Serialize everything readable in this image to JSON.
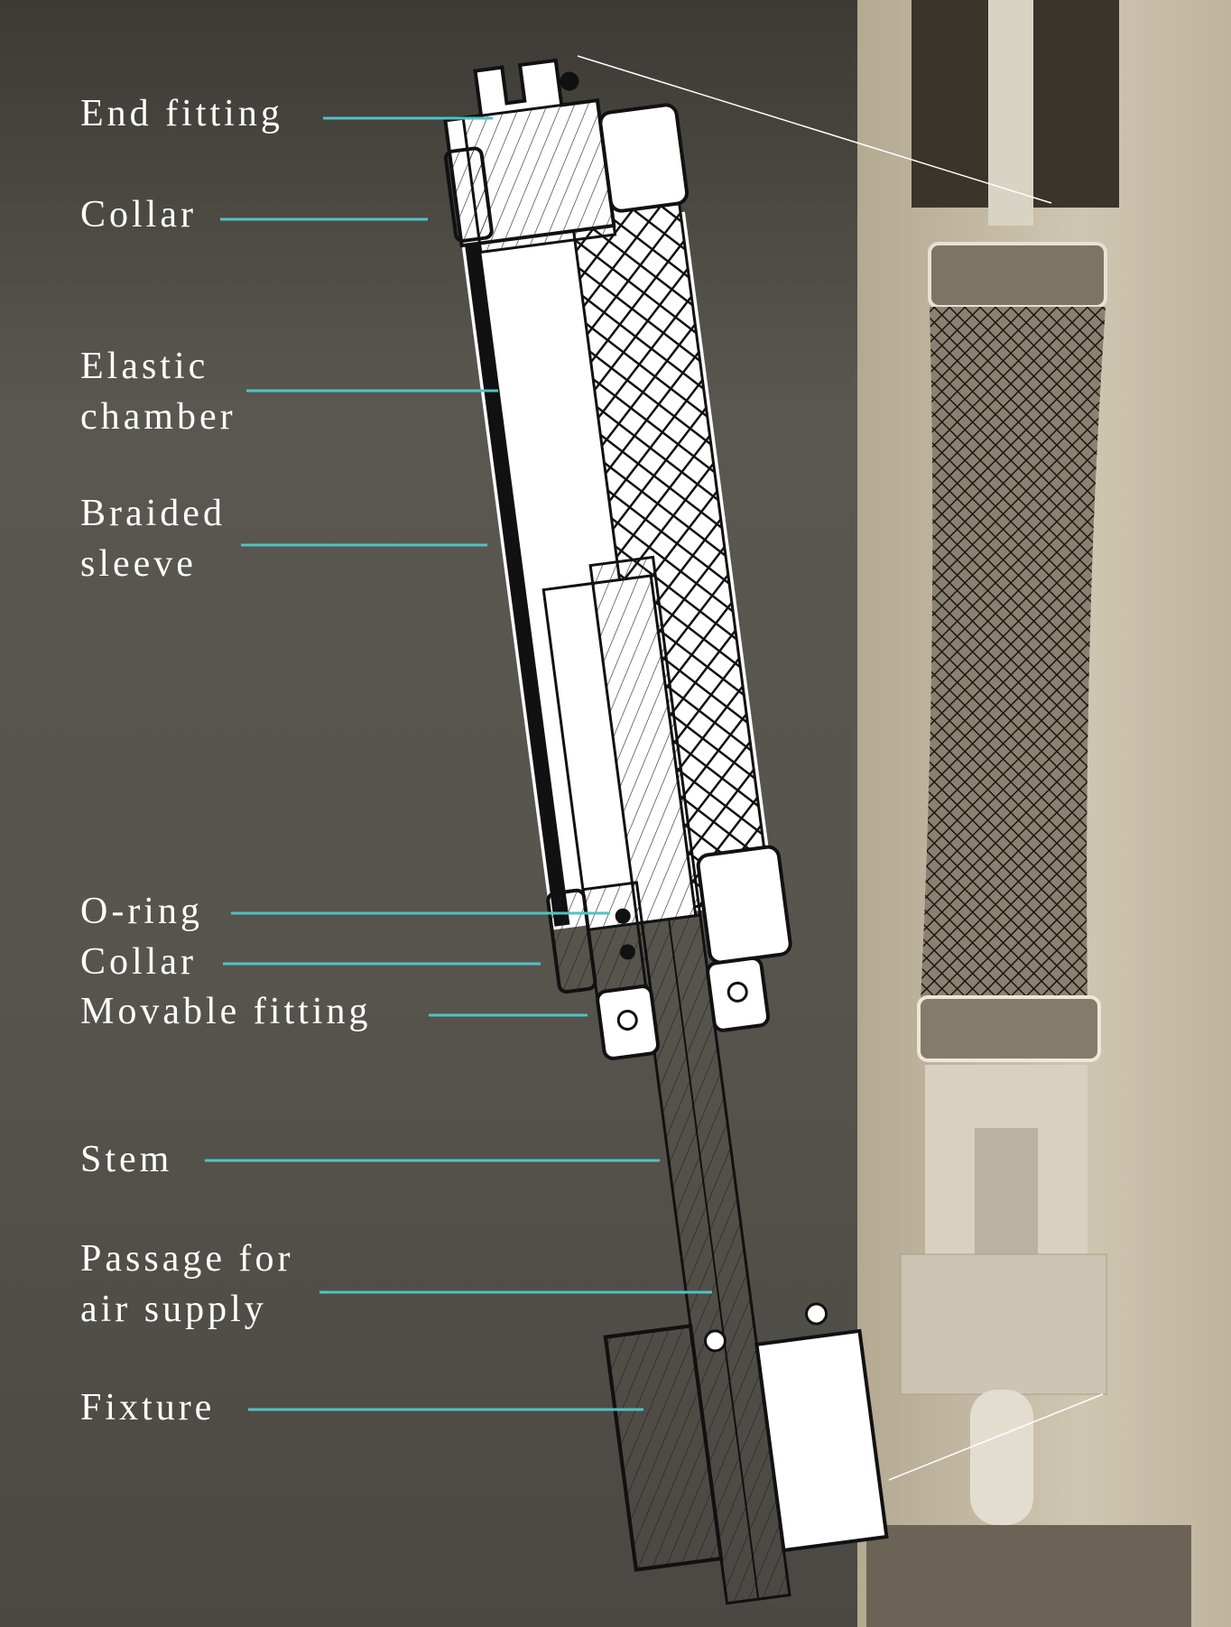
{
  "labels": [
    {
      "id": "end-fitting",
      "lines": [
        "End fitting"
      ]
    },
    {
      "id": "collar-top",
      "lines": [
        "Collar"
      ]
    },
    {
      "id": "elastic-chamber",
      "lines": [
        "Elastic",
        "chamber"
      ]
    },
    {
      "id": "braided-sleeve",
      "lines": [
        "Braided",
        "sleeve"
      ]
    },
    {
      "id": "o-ring",
      "lines": [
        "O-ring"
      ]
    },
    {
      "id": "collar-bottom",
      "lines": [
        "Collar"
      ]
    },
    {
      "id": "movable-fitting",
      "lines": [
        "Movable fitting"
      ]
    },
    {
      "id": "stem",
      "lines": [
        "Stem"
      ]
    },
    {
      "id": "air-passage",
      "lines": [
        "Passage for",
        "air supply"
      ]
    },
    {
      "id": "fixture",
      "lines": [
        "Fixture"
      ]
    }
  ],
  "colors": {
    "leader": "#4fc3c3",
    "text": "#ffffff",
    "sepia": "#c6bca6"
  }
}
